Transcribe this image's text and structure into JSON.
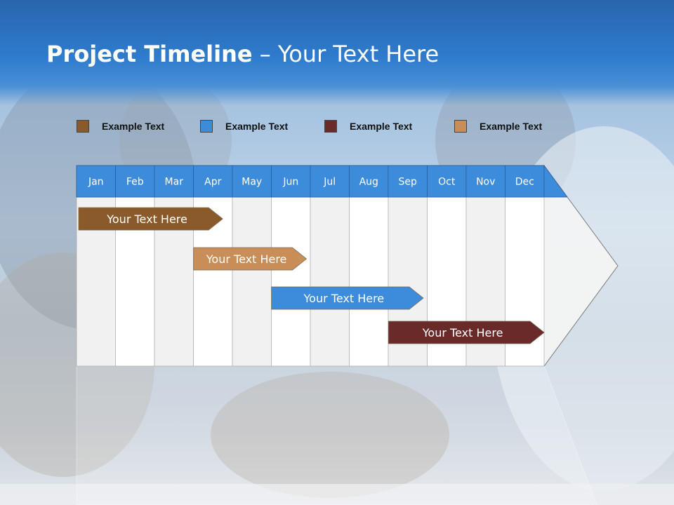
{
  "slide": {
    "title_bold": "Project Timeline",
    "title_rest": " – Your Text Here"
  },
  "legend": [
    {
      "label": "Example Text",
      "color": "#8b5a2b"
    },
    {
      "label": "Example Text",
      "color": "#3d8bdb"
    },
    {
      "label": "Example Text",
      "color": "#6b2a2a"
    },
    {
      "label": "Example Text",
      "color": "#c98d58"
    }
  ],
  "timeline": {
    "header_color": "#3d8bdb",
    "months": [
      "Jan",
      "Feb",
      "Mar",
      "Apr",
      "May",
      "Jun",
      "Jul",
      "Aug",
      "Sep",
      "Oct",
      "Nov",
      "Dec"
    ],
    "tasks": [
      {
        "label": "Your  Text Here",
        "start_month": 0.0,
        "end_month": 3.75,
        "color": "#8b5a2b"
      },
      {
        "label": "Your  Text Here",
        "start_month": 2.95,
        "end_month": 5.9,
        "color": "#c98d58"
      },
      {
        "label": "Your  Text Here",
        "start_month": 4.95,
        "end_month": 8.9,
        "color": "#3d8bdb"
      },
      {
        "label": "Your  Text Here",
        "start_month": 7.95,
        "end_month": 12.0,
        "color": "#6b2a2a"
      }
    ]
  }
}
